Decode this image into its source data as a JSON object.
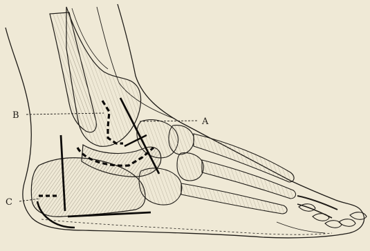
{
  "figure": {
    "labels": {
      "a": "A",
      "b": "B",
      "c": "C"
    },
    "colors": {
      "paper": "#efe9d6",
      "ink": "#1d1a16",
      "shade": "#8a8273"
    }
  }
}
